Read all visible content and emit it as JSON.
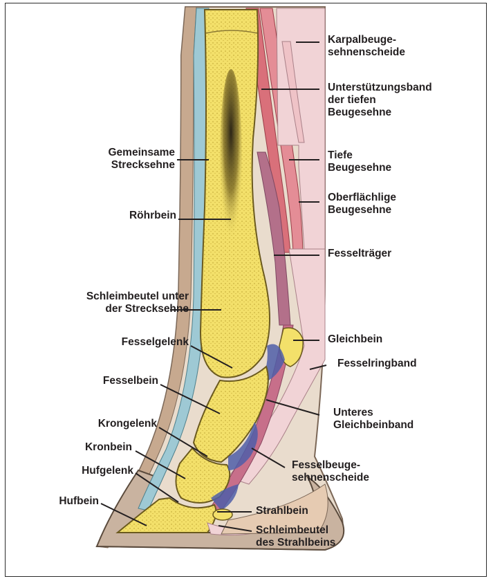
{
  "labels": {
    "karpalbeuge": "Karpalbeuge-\nsehnenscheide",
    "unterstuetzung": "Unterstützungsband\nder tiefen\nBeugesehne",
    "tiefe": "Tiefe\nBeugesehne",
    "oberflaechlich": "Oberflächlige\nBeugesehne",
    "fesseltraeger": "Fesselträger",
    "gleichbein": "Gleichbein",
    "fesselringband": "Fesselringband",
    "unteres_gleichbeinband": "Unteres\nGleichbeinband",
    "fesselbeuge": "Fesselbeuge-\nsehnenscheide",
    "strahlbein": "Strahlbein",
    "schleimbeutel_strahlbein": "Schleimbeutel\ndes Strahlbeins",
    "gemeinsame": "Gemeinsame\nStrecksehne",
    "roehrbein": "Röhrbein",
    "schleimbeutel_strecksehne": "Schleimbeutel unter\nder Strecksehne",
    "fesselgelenk": "Fesselgelenk",
    "fesselbein": "Fesselbein",
    "krongelenk": "Krongelenk",
    "kronbein": "Kronbein",
    "hufgelenk": "Hufgelenk",
    "hufbein": "Hufbein"
  },
  "colors": {
    "bone": "#f3e06a",
    "bone_dark": "#6b5a1e",
    "skin": "#c7a98f",
    "tendon_blue": "#9ec9d4",
    "flexor_red": "#d9707a",
    "sheath_pink": "#f1d3d6",
    "joint_blue": "#4f5ea8",
    "line": "#231f20"
  }
}
